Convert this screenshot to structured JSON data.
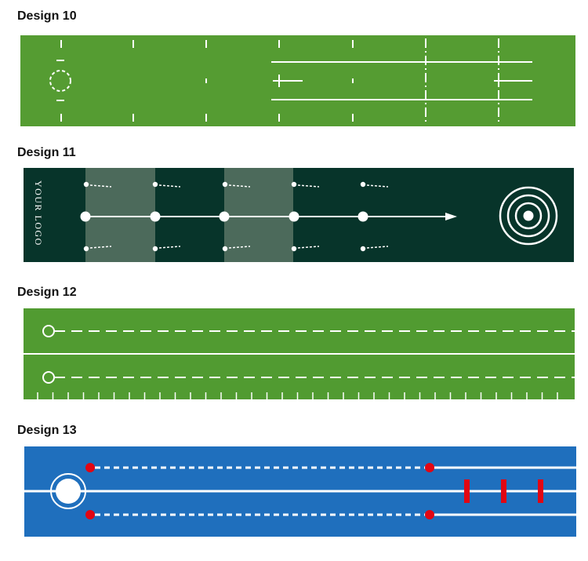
{
  "designs": [
    {
      "title": "Design 10",
      "color": "#559c32"
    },
    {
      "title": "Design 11",
      "color": "#07342a",
      "logo_text": "YOUR LOGO",
      "band_color": "#4c6a5b"
    },
    {
      "title": "Design 12",
      "color": "#519b31"
    },
    {
      "title": "Design 13",
      "color": "#1f6fbd",
      "accent_color": "#e20613"
    }
  ]
}
